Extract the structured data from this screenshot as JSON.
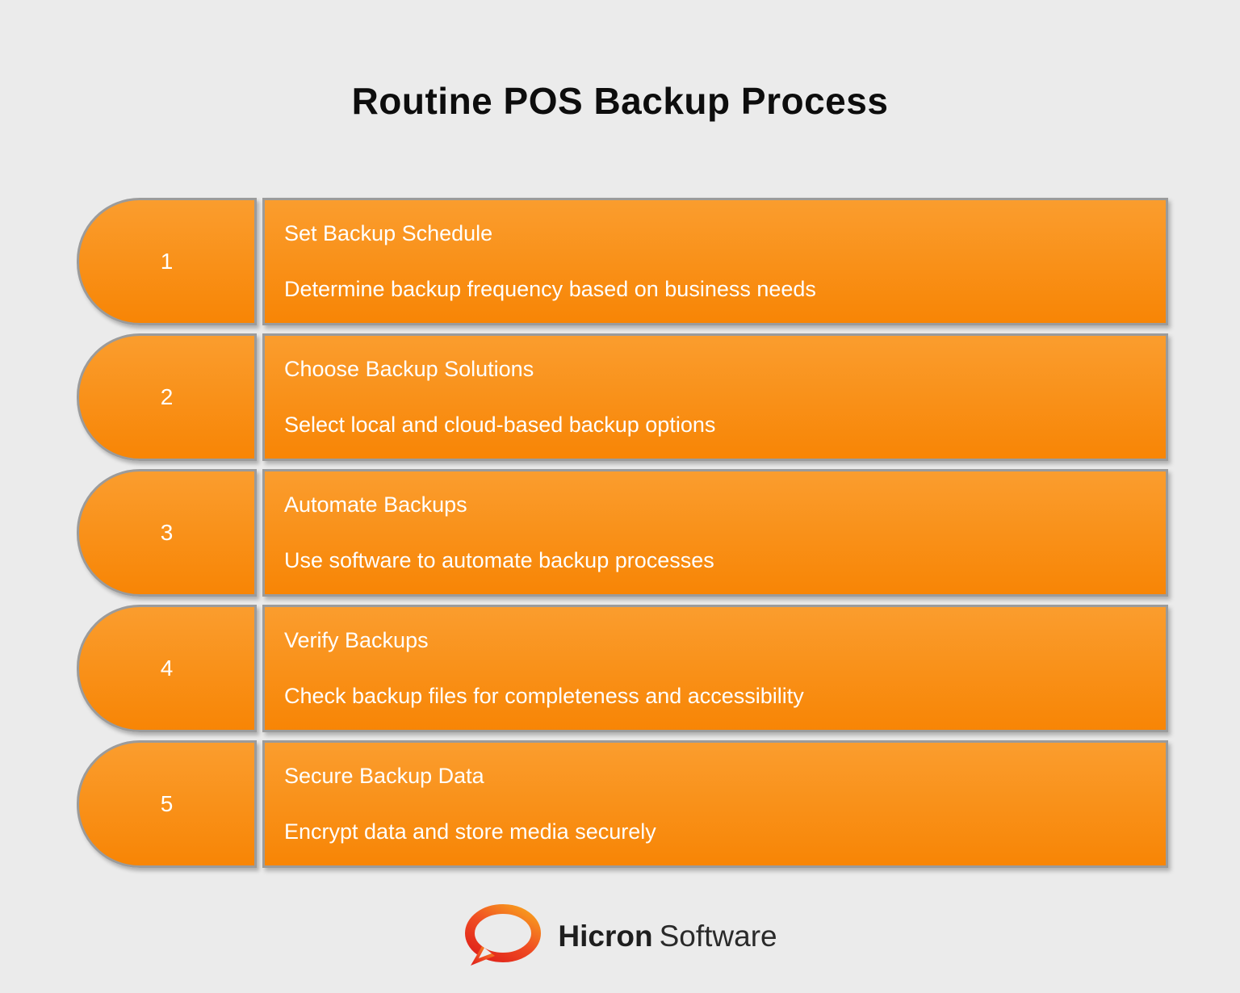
{
  "title": "Routine POS Backup Process",
  "steps": [
    {
      "number": "1",
      "title": "Set Backup Schedule",
      "description": "Determine backup frequency based on business needs"
    },
    {
      "number": "2",
      "title": "Choose Backup Solutions",
      "description": "Select local and cloud-based backup options"
    },
    {
      "number": "3",
      "title": "Automate Backups",
      "description": "Use software to automate backup processes"
    },
    {
      "number": "4",
      "title": "Verify Backups",
      "description": "Check backup files for completeness and accessibility"
    },
    {
      "number": "5",
      "title": "Secure Backup Data",
      "description": "Encrypt data and store media securely"
    }
  ],
  "footer": {
    "brand_name": "Hicron",
    "brand_suffix": "Software",
    "logo_icon": "speech-bubble-ring-icon"
  },
  "colors": {
    "background": "#EBEBEB",
    "step_gradient_top": "#FA9D2E",
    "step_gradient_bottom": "#F88505",
    "step_border": "#9B9B9B",
    "step_text": "#FFFFFF",
    "title_text": "#0D0D0D",
    "logo_gradient_top": "#F7941E",
    "logo_gradient_mid": "#F04E23",
    "logo_gradient_bottom": "#E1251B",
    "brand_text": "#1E1E1E"
  }
}
